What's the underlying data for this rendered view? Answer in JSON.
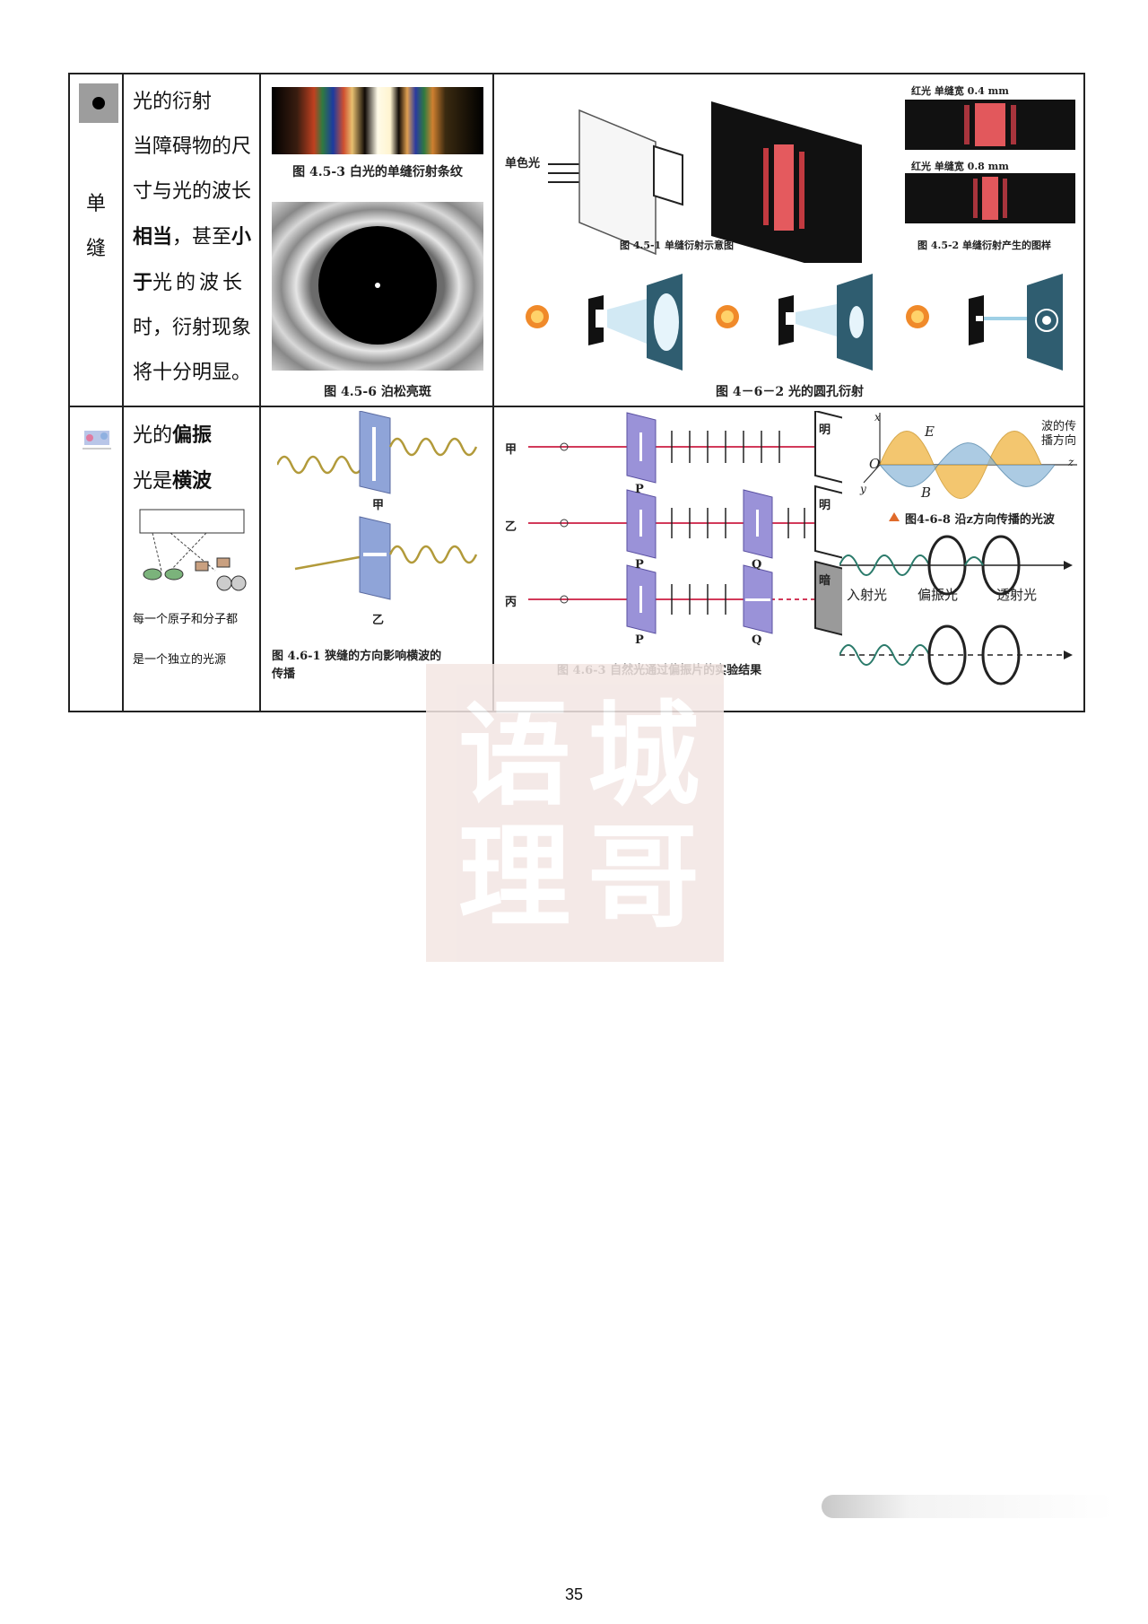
{
  "row1": {
    "category": [
      "单",
      "缝"
    ],
    "text_lines": [
      [
        "光的衍射"
      ],
      [
        "当障碍物的尺"
      ],
      [
        "寸与光的波长"
      ],
      [
        "相当",
        "，甚至",
        "小"
      ],
      [
        "于",
        "光的波长"
      ],
      [
        "时，衍射现象"
      ],
      [
        "将十分明显。"
      ]
    ],
    "fig_453_caption": "图 4.5-3   白光的单缝衍射条纹",
    "fig_456_caption": "图 4.5-6    泊松亮斑",
    "mono_light_label": "单色光",
    "red_04_label": "红光    单缝宽 0.4 mm",
    "red_08_label": "红光    单缝宽 0.8 mm",
    "fig_451_caption": "图 4.5-1   单缝衍射示意图",
    "fig_452_caption": "图 4.5-2   单缝衍射产生的图样",
    "fig_462_caption": "图 4－6－2    光的圆孔衍射"
  },
  "row2": {
    "title_a": "光的",
    "title_b": "偏振",
    "subtitle_a": "光是",
    "subtitle_b": "横波",
    "note_1": "每一个原子和分子都",
    "note_2": "是一个独立的光源",
    "fig_461_label_jia": "甲",
    "fig_461_label_yi": "乙",
    "fig_461_caption_1": "图 4.6-1   狭缝的方向影响横波的",
    "fig_461_caption_2": "传播",
    "row_jia": "甲",
    "row_yi": "乙",
    "row_bing": "丙",
    "P": "P",
    "Q": "Q",
    "ming": "明",
    "an": "暗",
    "fig_463_caption": "图 4.6-3   自然光通过偏振片的实验结果",
    "axis_x": "x",
    "axis_y": "y",
    "axis_z": "z",
    "axis_O": "O",
    "field_E": "E",
    "field_B": "B",
    "wave_dir_1": "波的传",
    "wave_dir_2": "播方向",
    "fig_468_caption": "图4-6-8     沿z方向传播的光波",
    "incident": "入射光",
    "polarized": "偏振光",
    "transmitted": "透射光"
  },
  "page_number": "35",
  "colors": {
    "border": "#222222",
    "slit_panel": "#8a80cc",
    "beam": "#d23a5a",
    "wave": "#b29a3a"
  }
}
